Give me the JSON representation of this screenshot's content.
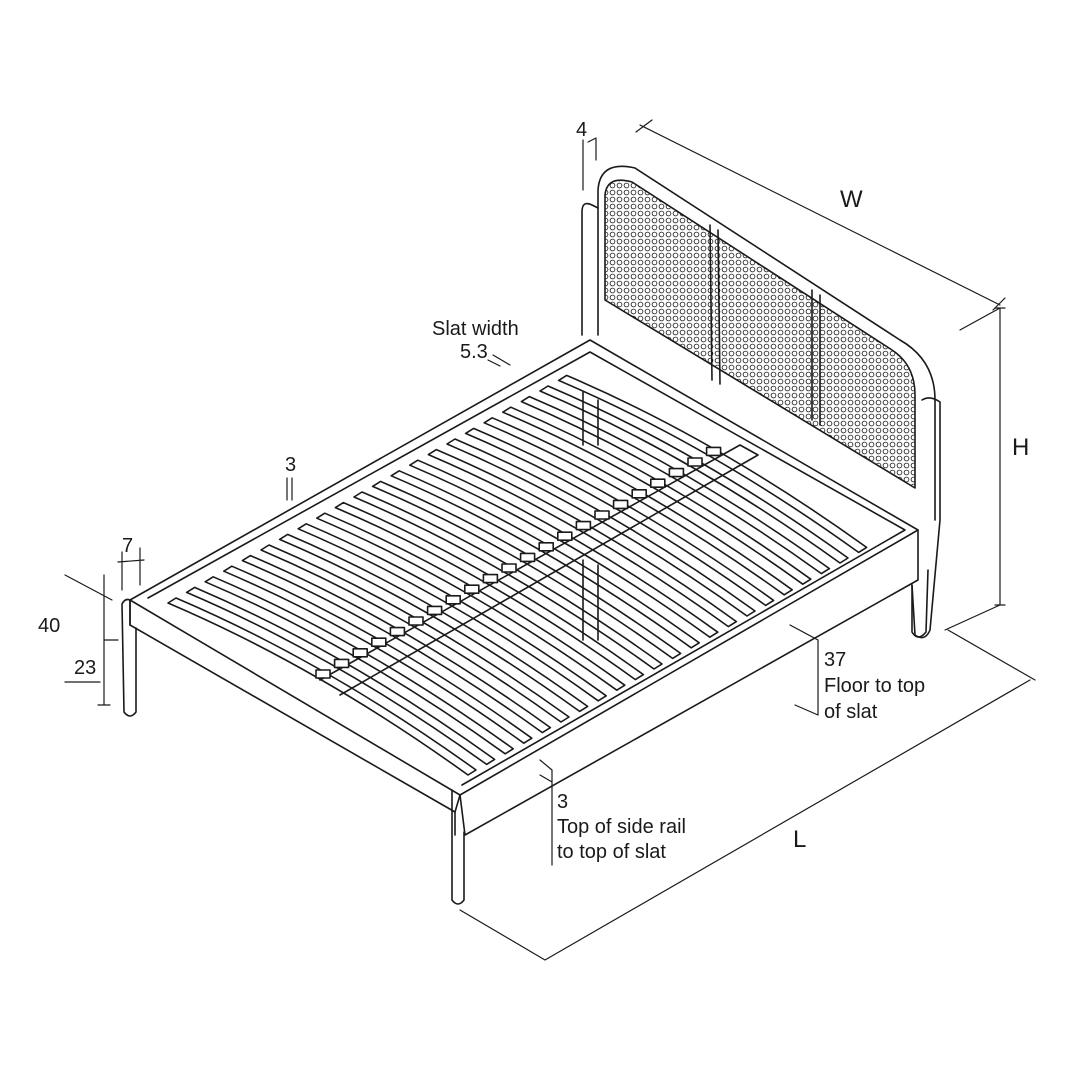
{
  "dimensions": {
    "width_label": "W",
    "height_label": "H",
    "length_label": "L",
    "headboard_thickness": "4",
    "slat_width_title": "Slat width",
    "slat_width_value": "5.3",
    "rail_thickness": "3",
    "post_width": "7",
    "post_height": "40",
    "rail_height": "23",
    "floor_to_slat_value": "37",
    "floor_to_slat_line1": "Floor to top",
    "floor_to_slat_line2": "of slat",
    "rail_to_slat_value": "3",
    "rail_to_slat_line1": "Top of side rail",
    "rail_to_slat_line2": "to top of slat"
  },
  "colors": {
    "line": "#1a1a1a",
    "background": "#ffffff"
  },
  "slat_count": 22
}
